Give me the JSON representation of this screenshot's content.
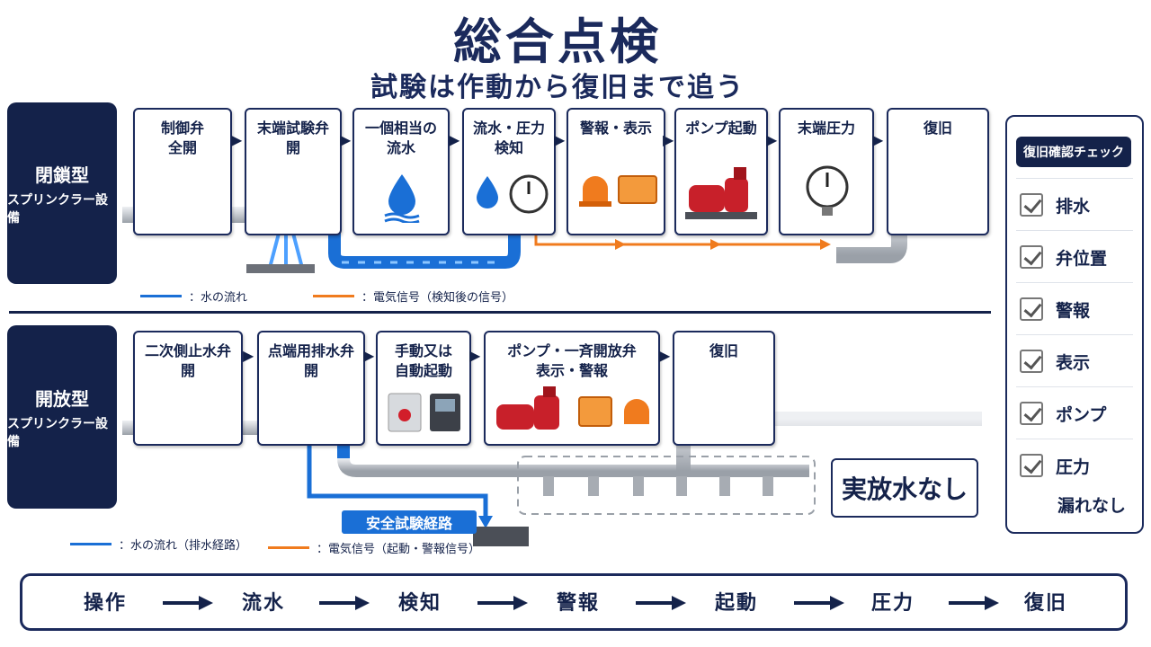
{
  "title": "総合点検",
  "subtitle": "試験は作動から復旧まで追う",
  "closed": {
    "label_line1": "閉鎖型",
    "label_line2": "スプリンクラー設備",
    "steps": [
      {
        "label": "制御弁\n全開"
      },
      {
        "label": "末端試験弁\n開"
      },
      {
        "label": "一個相当の\n流水"
      },
      {
        "label": "流水・圧力\n検知"
      },
      {
        "label": "警報・表示"
      },
      {
        "label": "ポンプ起動"
      },
      {
        "label": "末端圧力"
      },
      {
        "label": "復旧"
      }
    ],
    "legend_water": "：水の流れ",
    "legend_signal": "：電気信号（検知後の信号）"
  },
  "open": {
    "label_line1": "開放型",
    "label_line2": "スプリンクラー設備",
    "steps": [
      {
        "label": "二次側止水弁\n開"
      },
      {
        "label": "点端用排水弁\n開"
      },
      {
        "label": "手動又は\n自動起動"
      },
      {
        "label": "ポンプ・一斉開放弁\n表示・警報"
      },
      {
        "label": "復旧"
      }
    ],
    "no_discharge": "実放水なし",
    "safe_route": "安全試験経路",
    "legend_water": "：水の流れ（排水経路）",
    "legend_signal": "：電気信号（起動・警報信号）"
  },
  "check_panel": {
    "title": "復旧確認チェック",
    "items": [
      "排水",
      "弁位置",
      "警報",
      "表示",
      "ポンプ",
      "圧力"
    ],
    "last_extra": "漏れなし"
  },
  "flow": [
    "操作",
    "流水",
    "検知",
    "警報",
    "起動",
    "圧力",
    "復旧"
  ],
  "colors": {
    "navy": "#14224a",
    "water": "#1a6fd6",
    "signal": "#f07b1e",
    "valve_red": "#c8202a",
    "pipe_gray": "#c9ccd2"
  }
}
